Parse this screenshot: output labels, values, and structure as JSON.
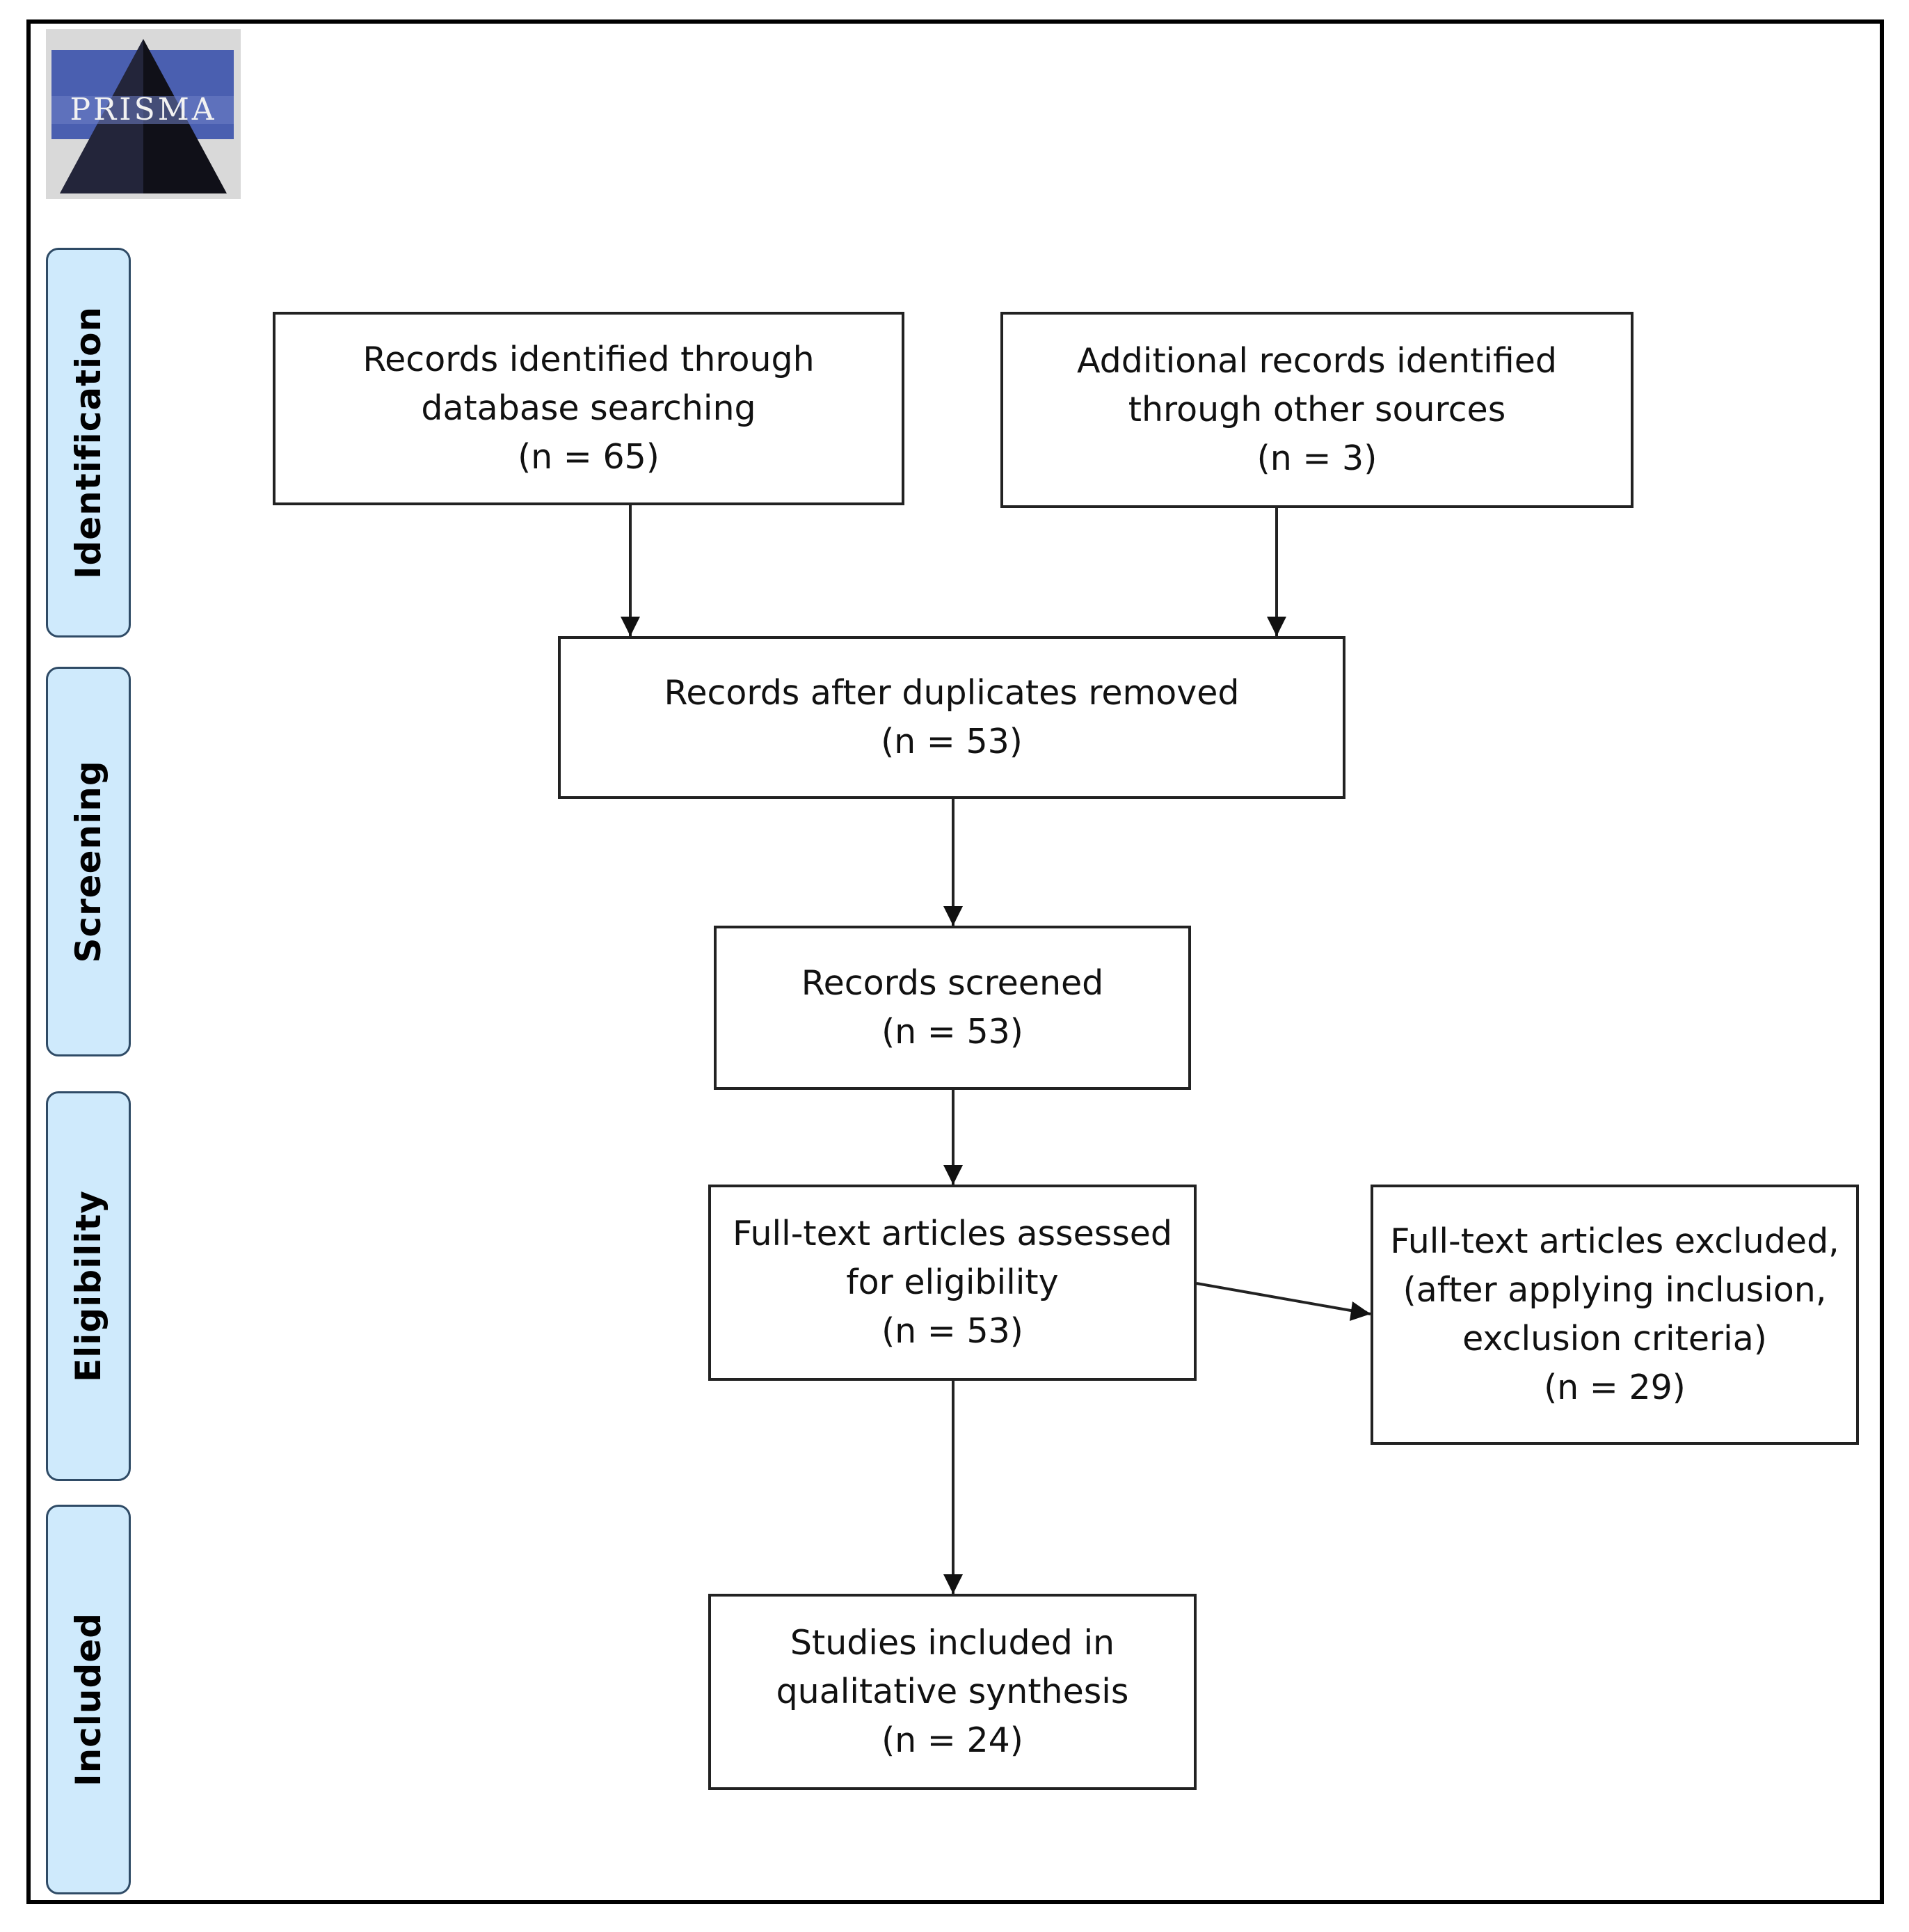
{
  "logo": {
    "text": "PRISMA"
  },
  "phases": [
    {
      "id": "identification",
      "label": "Identification"
    },
    {
      "id": "screening",
      "label": "Screening"
    },
    {
      "id": "eligibility",
      "label": "Eligibility"
    },
    {
      "id": "included",
      "label": "Included"
    }
  ],
  "boxes": {
    "database": {
      "lines": [
        "Records identified through",
        "database searching",
        "(n = 65)"
      ]
    },
    "other": {
      "lines": [
        "Additional records identified",
        "through other sources",
        "(n = 3)"
      ]
    },
    "dedup": {
      "lines": [
        "Records after duplicates removed",
        "(n = 53)"
      ]
    },
    "screened": {
      "lines": [
        "Records screened",
        "(n = 53)"
      ]
    },
    "fulltext": {
      "lines": [
        "Full-text articles assessed",
        "for eligibility",
        "(n = 53)"
      ]
    },
    "excluded": {
      "lines": [
        "Full-text articles excluded,",
        "(after applying inclusion,",
        "exclusion criteria)",
        "(n = 29)"
      ]
    },
    "included": {
      "lines": [
        "Studies included in",
        "qualitative synthesis",
        "(n = 24)"
      ]
    }
  }
}
